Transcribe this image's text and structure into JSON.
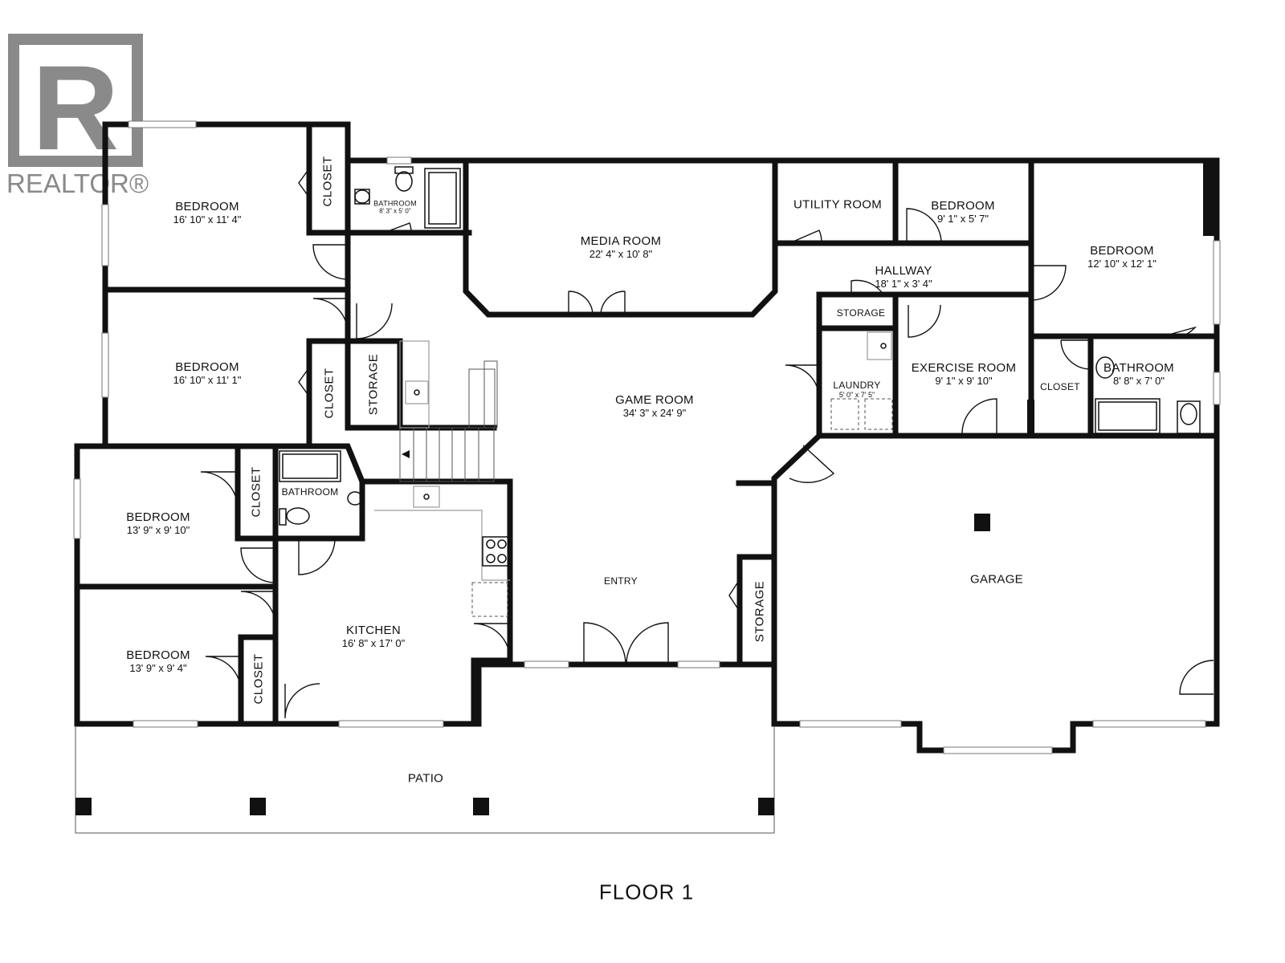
{
  "brand": {
    "name": "REALTOR®",
    "logo_letter": "R",
    "brand_color": "#888888"
  },
  "floor_label": "FLOOR 1",
  "rooms": {
    "bedroom_nw": {
      "name": "BEDROOM",
      "dims": "16' 10\" x 11' 4\""
    },
    "bedroom_w2": {
      "name": "BEDROOM",
      "dims": "16' 10\" x 11' 1\""
    },
    "bedroom_w3": {
      "name": "BEDROOM",
      "dims": "13' 9\" x 9' 10\""
    },
    "bedroom_sw": {
      "name": "BEDROOM",
      "dims": "13' 9\" x 9' 4\""
    },
    "closet_nw": {
      "name": "CLOSET"
    },
    "closet_w2": {
      "name": "CLOSET"
    },
    "closet_w3": {
      "name": "CLOSET"
    },
    "closet_sw": {
      "name": "CLOSET"
    },
    "closet_e": {
      "name": "CLOSET"
    },
    "storage_w": {
      "name": "STORAGE"
    },
    "storage_entry": {
      "name": "STORAGE"
    },
    "storage_e": {
      "name": "STORAGE"
    },
    "bathroom_n": {
      "name": "BATHROOM",
      "dims": "8' 3\" x 5' 0\""
    },
    "bathroom_w": {
      "name": "BATHROOM"
    },
    "bathroom_e": {
      "name": "BATHROOM",
      "dims": "8' 8\" x 7' 0\""
    },
    "media_room": {
      "name": "MEDIA ROOM",
      "dims": "22' 4\" x 10' 8\""
    },
    "utility_room": {
      "name": "UTILITY ROOM"
    },
    "bedroom_ne_small": {
      "name": "BEDROOM",
      "dims": "9' 1\" x 5' 7\""
    },
    "bedroom_ne": {
      "name": "BEDROOM",
      "dims": "12' 10\" x 12' 1\""
    },
    "hallway": {
      "name": "HALLWAY",
      "dims": "18' 1\" x 3' 4\""
    },
    "laundry": {
      "name": "LAUNDRY",
      "dims": "5' 0\" x 7' 5\""
    },
    "exercise_room": {
      "name": "EXERCISE ROOM",
      "dims": "9' 1\" x 9' 10\""
    },
    "game_room": {
      "name": "GAME ROOM",
      "dims": "34' 3\" x 24' 9\""
    },
    "entry": {
      "name": "ENTRY"
    },
    "kitchen": {
      "name": "KITCHEN",
      "dims": "16' 8\" x 17' 0\""
    },
    "garage": {
      "name": "GARAGE"
    },
    "patio": {
      "name": "PATIO"
    }
  }
}
